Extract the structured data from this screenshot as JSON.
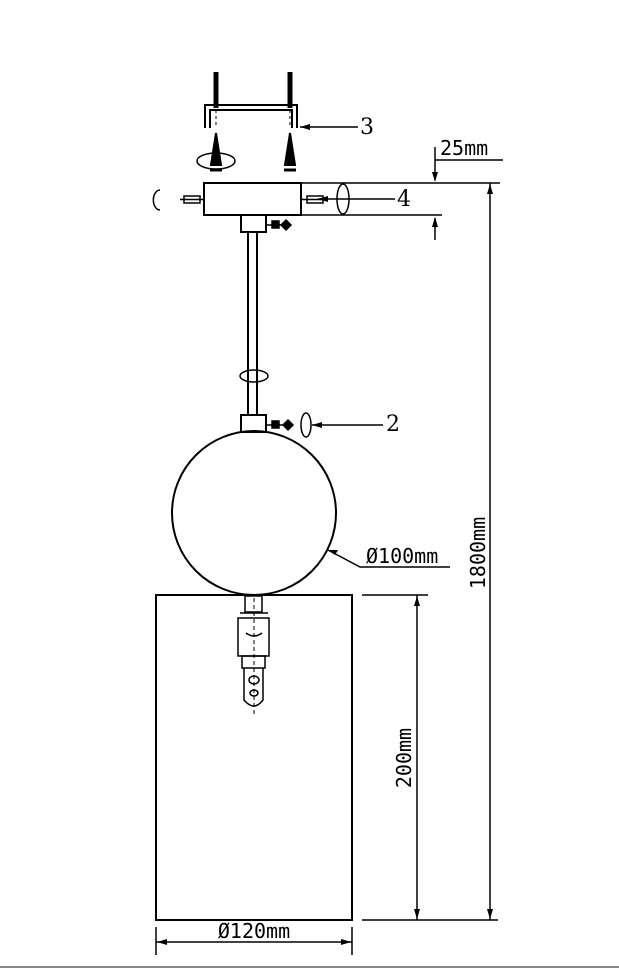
{
  "labels": {
    "part_3": "3",
    "part_4": "4",
    "part_2": "2",
    "canopy_height": "25mm",
    "total_height": "1800mm",
    "sphere_diameter": "Ø100mm",
    "shade_height": "200mm",
    "shade_diameter": "Ø120mm"
  },
  "colors": {
    "line": "#000000",
    "bottom_rule": "#888888"
  }
}
